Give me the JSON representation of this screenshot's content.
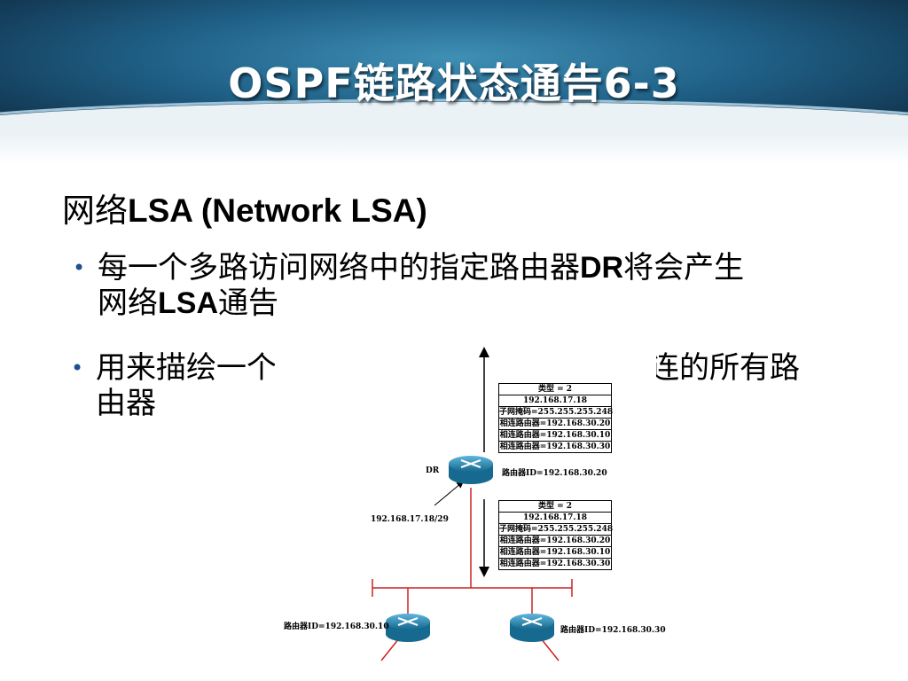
{
  "slide": {
    "title": "OSPF链路状态通告6-3",
    "heading_cn": "网络",
    "heading_en": "LSA (Network LSA)",
    "bullets": [
      {
        "p1": "每一个多路访问网络中的指定路由器",
        "p2": "DR",
        "p3": "将会产生",
        "p4": "网络",
        "p5": "LSA",
        "p6": "通告"
      },
      {
        "p1": "用来描绘一个",
        "p2": "连的所有路",
        "p3": "由器"
      }
    ]
  },
  "diagram": {
    "lsa_top": [
      "类型 = 2",
      "192.168.17.18",
      "子网掩码=255.255.255.248",
      "相连路由器=192.168.30.20",
      "相连路由器=192.168.30.10",
      "相连路由器=192.168.30.30"
    ],
    "lsa_bottom": [
      "类型 = 2",
      "192.168.17.18",
      "子网掩码=255.255.255.248",
      "相连路由器=192.168.30.20",
      "相连路由器=192.168.30.10",
      "相连路由器=192.168.30.30"
    ],
    "dr_label": "DR",
    "dr_router_id": "路由器ID=192.168.30.20",
    "iface_label": "192.168.17.18/29",
    "router_left_id": "路由器ID=192.168.30.10",
    "router_right_id": "路由器ID=192.168.30.30",
    "colors": {
      "router": "#1e88b8",
      "bus": "#cc2222",
      "banner": "#1c4a6e"
    }
  }
}
